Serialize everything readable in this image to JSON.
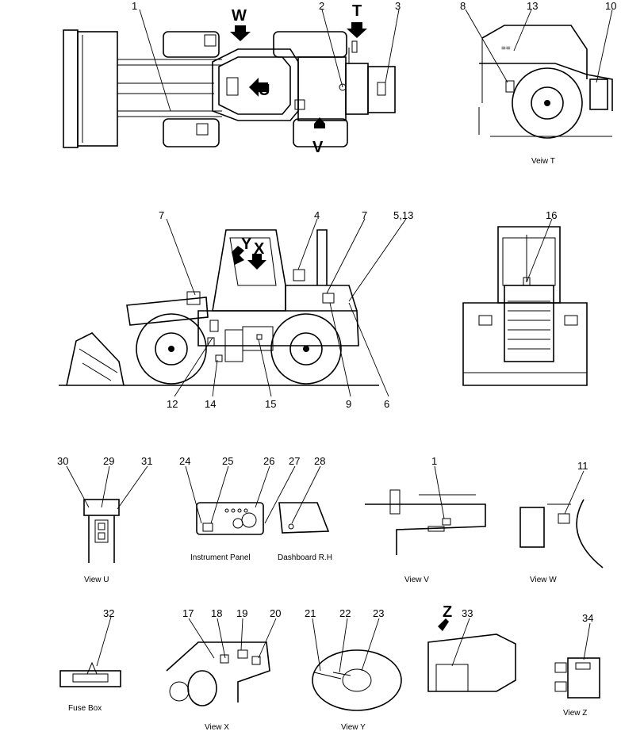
{
  "callouts": [
    "1",
    "2",
    "3",
    "8",
    "13",
    "10",
    "7",
    "4",
    "7",
    "5,13",
    "16",
    "12",
    "14",
    "15",
    "9",
    "6",
    "30",
    "29",
    "31",
    "24",
    "25",
    "26",
    "27",
    "28",
    "1",
    "11",
    "32",
    "17",
    "18",
    "19",
    "20",
    "21",
    "22",
    "23",
    "33",
    "34"
  ],
  "view_letters": {
    "w": "W",
    "t": "T",
    "u": "U",
    "v": "V",
    "y": "Y",
    "x": "X",
    "z": "Z"
  },
  "captions": {
    "view_t": "Veiw T",
    "view_u": "View U",
    "instrument_panel": "Instrument Panel",
    "dashboard_rh": "Dashboard R.H",
    "view_v": "View V",
    "view_w": "View W",
    "fuse_box": "Fuse Box",
    "view_x": "View X",
    "view_y": "View Y",
    "view_z": "View Z"
  }
}
